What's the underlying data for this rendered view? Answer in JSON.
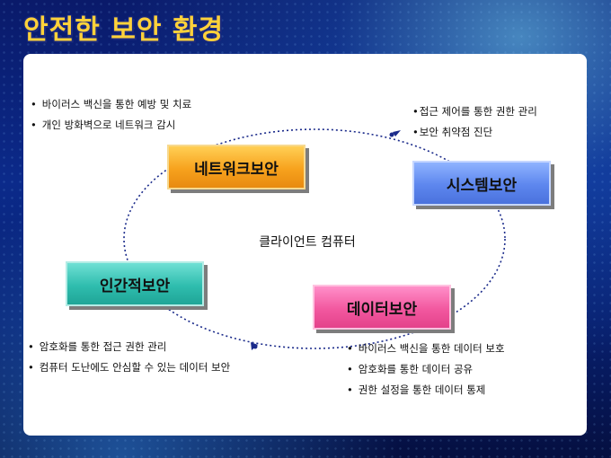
{
  "title": "안전한 보안 환경",
  "center": "클라이언트 컴퓨터",
  "boxes": {
    "network": "네트워크보안",
    "system": "시스템보안",
    "human": "인간적보안",
    "data": "데이터보안"
  },
  "bullets": {
    "network": [
      "바이러스 백신을 통한 예방 및 치료",
      "개인 방화벽으로 네트워크 감시"
    ],
    "system": [
      "접근 제어를 통한 권한 관리",
      "보안 취약점 진단"
    ],
    "human": [
      "암호화를 통한 접근 권한 관리",
      "컴퓨터 도난에도 안심할 수 있는 데이터 보안"
    ],
    "data": [
      "바이러스 백신을 통한 데이터 보호",
      "암호화를 통한 데이터 공유",
      "권한 설정을 통한 데이터 통제"
    ]
  },
  "colors": {
    "title": "#ffd23a",
    "network": "#f7a21d",
    "system": "#5d86ee",
    "human": "#2fbdae",
    "data": "#f2589f",
    "ring": "#1a2a8a"
  }
}
